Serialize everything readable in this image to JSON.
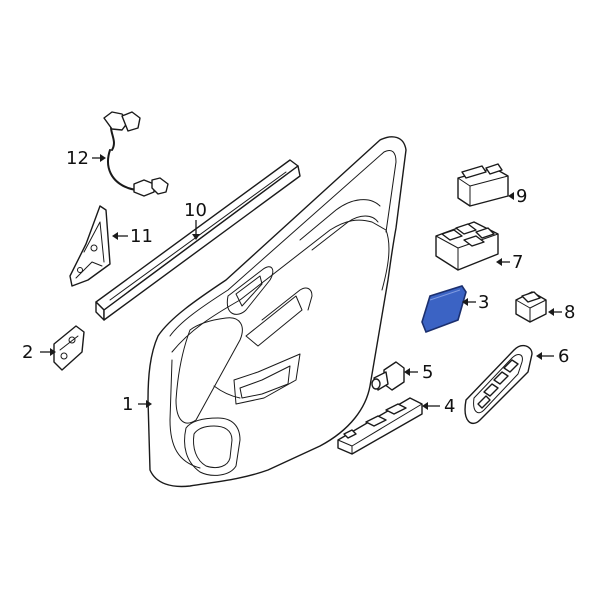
{
  "callouts": [
    {
      "id": "1",
      "label": "1"
    },
    {
      "id": "2",
      "label": "2"
    },
    {
      "id": "3",
      "label": "3"
    },
    {
      "id": "4",
      "label": "4"
    },
    {
      "id": "5",
      "label": "5"
    },
    {
      "id": "6",
      "label": "6"
    },
    {
      "id": "7",
      "label": "7"
    },
    {
      "id": "8",
      "label": "8"
    },
    {
      "id": "9",
      "label": "9"
    },
    {
      "id": "10",
      "label": "10"
    },
    {
      "id": "11",
      "label": "11"
    },
    {
      "id": "12",
      "label": "12"
    }
  ],
  "colors": {
    "highlight_fill": "#3b63c4",
    "line": "#1a1a1a",
    "background": "#ffffff"
  },
  "highlighted_part": "3"
}
